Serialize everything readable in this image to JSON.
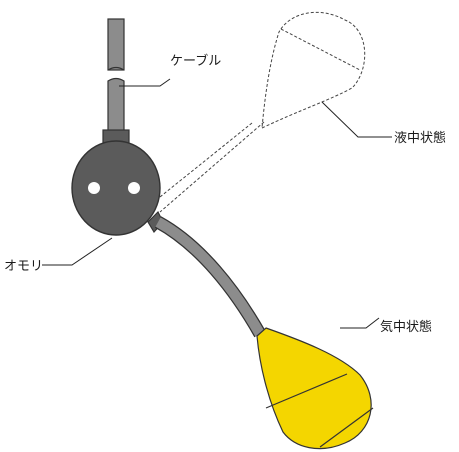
{
  "labels": {
    "cable": "ケーブル",
    "liquid_state": "液中状態",
    "weight": "オモリ",
    "air_state": "気中状態"
  },
  "colors": {
    "cable": "#8c8c8c",
    "weight": "#5b5b5b",
    "float_air": "#f4d600",
    "outline": "#333333",
    "leader": "#222222"
  }
}
